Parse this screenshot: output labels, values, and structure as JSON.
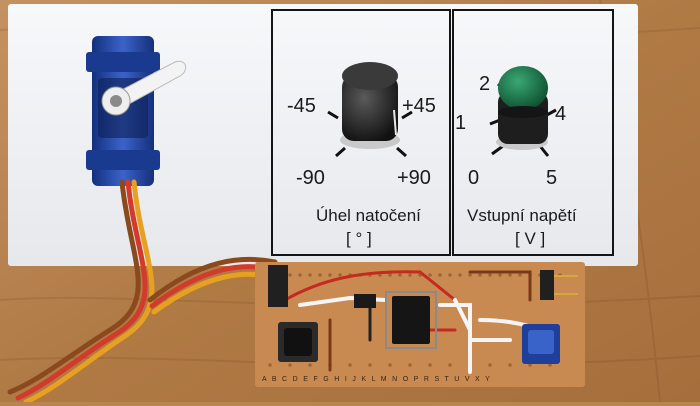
{
  "left_panel": {
    "scale_minus45": "-45",
    "scale_plus45": "+45",
    "scale_minus90": "-90",
    "scale_plus90": "+90",
    "caption": "Úhel natočení",
    "unit": "[ ° ]"
  },
  "right_panel": {
    "scale_1": "1",
    "scale_2": "2",
    "scale_4": "4",
    "scale_0": "0",
    "scale_5": "5",
    "caption": "Vstupní napětí",
    "unit": "[ V ]"
  },
  "pcb_row_letters": "A B C D E F G H I J K L M N O P R S T U V X Y",
  "colors": {
    "table": "#b9854f",
    "card": "#f2f3f5",
    "servo": "#1f3f9a",
    "knob_green": "#1f7a4c",
    "pcb": "#c98a52"
  }
}
